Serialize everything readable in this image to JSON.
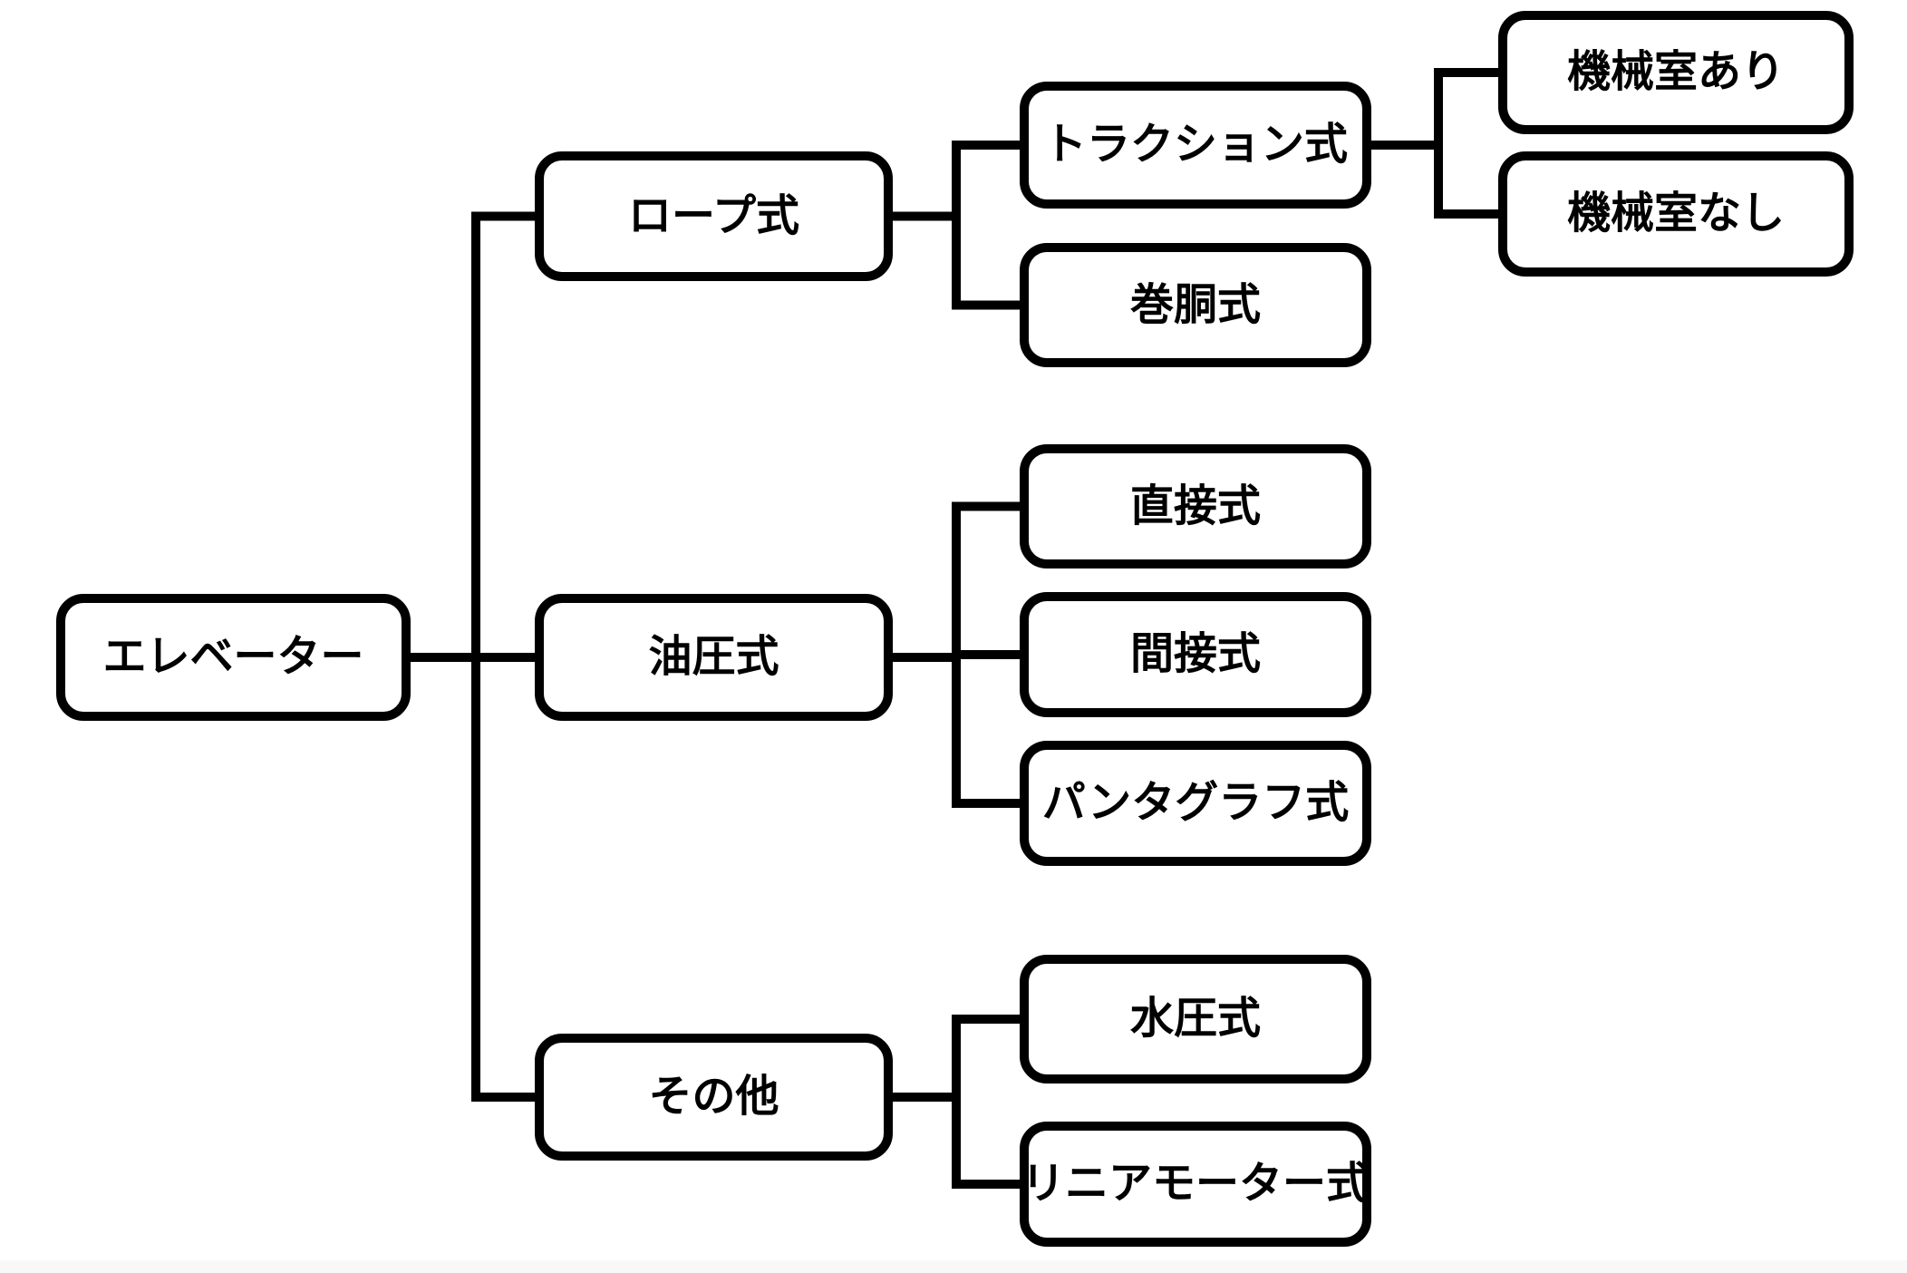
{
  "diagram": {
    "nodes": [
      {
        "id": "elevator",
        "label": "エレベーター"
      },
      {
        "id": "rope",
        "label": "ロープ式"
      },
      {
        "id": "hydraulic",
        "label": "油圧式"
      },
      {
        "id": "other",
        "label": "その他"
      },
      {
        "id": "traction",
        "label": "トラクション式"
      },
      {
        "id": "drum",
        "label": "巻胴式"
      },
      {
        "id": "direct",
        "label": "直接式"
      },
      {
        "id": "indirect",
        "label": "間接式"
      },
      {
        "id": "pantograph",
        "label": "パンタグラフ式"
      },
      {
        "id": "water",
        "label": "水圧式"
      },
      {
        "id": "linear",
        "label": "リニアモーター式"
      },
      {
        "id": "machine-room-yes",
        "label": "機械室あり"
      },
      {
        "id": "machine-room-no",
        "label": "機械室なし"
      }
    ],
    "edges": [
      {
        "from": "elevator",
        "to": "rope"
      },
      {
        "from": "elevator",
        "to": "hydraulic"
      },
      {
        "from": "elevator",
        "to": "other"
      },
      {
        "from": "rope",
        "to": "traction"
      },
      {
        "from": "rope",
        "to": "drum"
      },
      {
        "from": "hydraulic",
        "to": "direct"
      },
      {
        "from": "hydraulic",
        "to": "indirect"
      },
      {
        "from": "hydraulic",
        "to": "pantograph"
      },
      {
        "from": "other",
        "to": "water"
      },
      {
        "from": "other",
        "to": "linear"
      },
      {
        "from": "traction",
        "to": "machine-room-yes"
      },
      {
        "from": "traction",
        "to": "machine-room-no"
      }
    ],
    "colors": {
      "line": "#000000",
      "box_border": "#000000",
      "box_fill": "#ffffff",
      "background": "#ffffff"
    }
  }
}
